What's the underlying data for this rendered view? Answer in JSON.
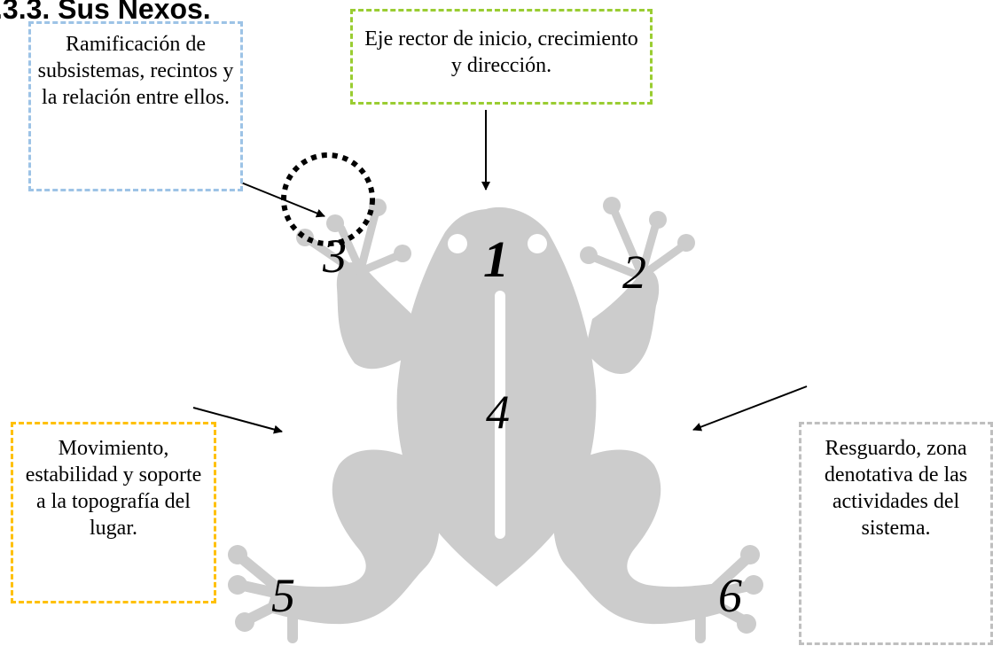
{
  "heading": ".3.3. Sus Nexos.",
  "callouts": {
    "subsystems": "Ramificación de subsistemas, recintos y la relación entre ellos.",
    "axis": "Eje rector de inicio, crecimiento y dirección.",
    "movement": "Movimiento, estabilidad y soporte a la topografía del lugar.",
    "shelter": "Resguardo, zona denotativa de las actividades del sistema."
  },
  "numbers": {
    "n1": "1",
    "n2": "2",
    "n3": "3",
    "n4": "4",
    "n5": "5",
    "n6": "6"
  },
  "colors": {
    "frog": "#cccccc",
    "border_subsystems": "#9dc3e6",
    "border_axis": "#9acd32",
    "border_movement": "#ffc000",
    "border_shelter": "#bfbfbf"
  }
}
